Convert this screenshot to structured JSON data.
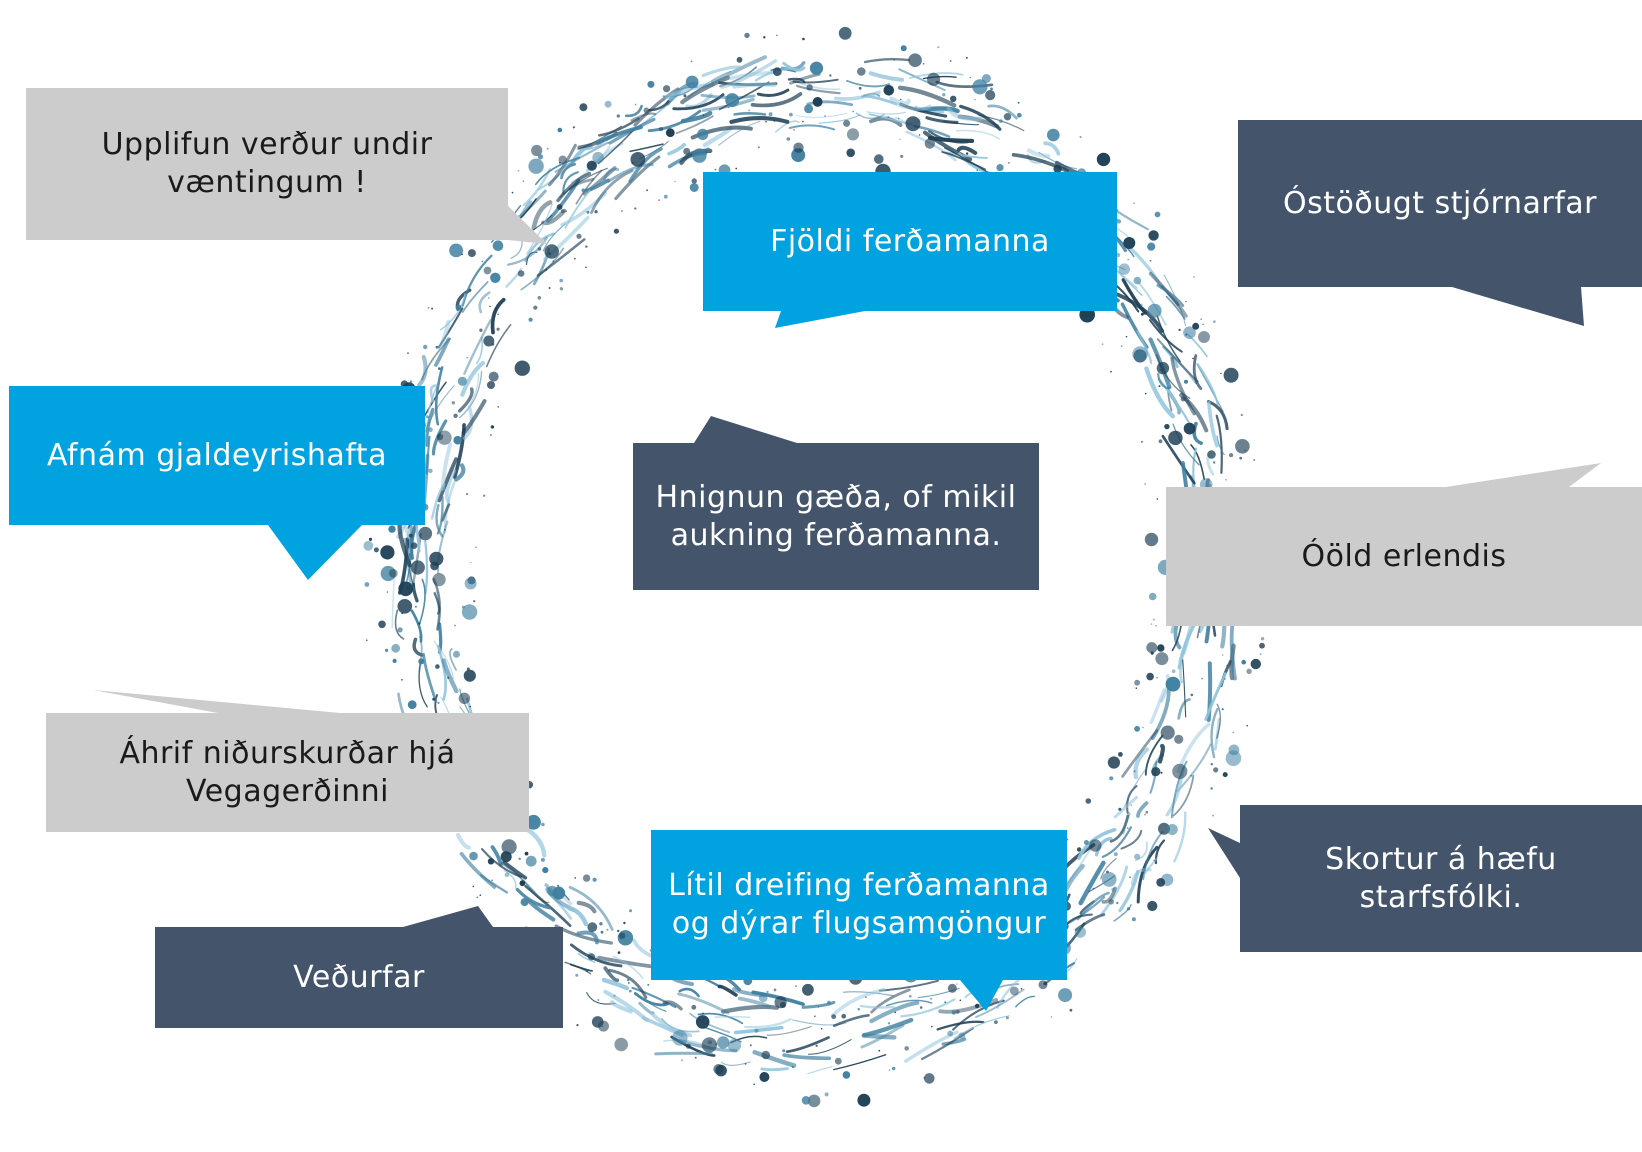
{
  "colors": {
    "gray": "#cccccc",
    "dark": "#44546a",
    "blue": "#00a2e0",
    "splash_dark": "#1e3f55",
    "splash_mid": "#3f7fa0",
    "splash_light": "#8fc3dc"
  },
  "callouts": {
    "upplifun": "Upplifun verður undir væntingum !",
    "fjoldi": "Fjöldi ferðamanna",
    "ostodugt": "Óstöðugt stjórnarfar",
    "afnam": "Afnám gjaldeyrishafta",
    "hnignun": "Hnignun gæða, of mikil aukning ferðamanna.",
    "oold": "Óöld erlendis",
    "ahrif": "Áhrif niðurskurðar hjá Vegagerðinni",
    "litil": "Lítil dreifing ferðamanna og dýrar flugsamgöngur",
    "skortur": "Skortur á hæfu starfsfólki.",
    "vedurfar": "Veðurfar"
  }
}
